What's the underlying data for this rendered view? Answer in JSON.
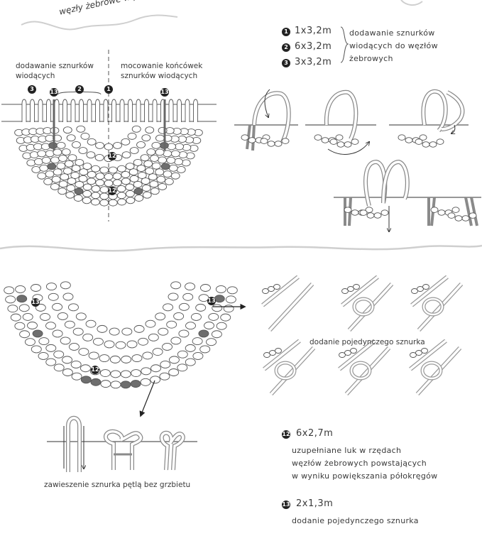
{
  "title": "węzły żebrowe w półkolu",
  "top_left": {
    "label_left": [
      "dodawanie sznurków",
      "wiodących"
    ],
    "label_right": [
      "mocowanie końcówek",
      "sznurków wiodących"
    ],
    "markers": [
      "3",
      "13",
      "2",
      "1",
      "13"
    ],
    "center_markers": [
      "12",
      "12"
    ]
  },
  "top_right": {
    "items": [
      {
        "num": "1",
        "spec": "1x3,2m"
      },
      {
        "num": "2",
        "spec": "6x3,2m"
      },
      {
        "num": "3",
        "spec": "3x3,2m"
      }
    ],
    "brace_label": [
      "dodawanie sznurków",
      "wiodących do węzłów",
      "żebrowych"
    ]
  },
  "bottom_left": {
    "markers": [
      "13",
      "13",
      "12"
    ],
    "caption": "zawieszenie sznurka pętlą bez grzbietu"
  },
  "bottom_right": {
    "caption": "dodanie pojedynczego sznurka",
    "notes": [
      {
        "num": "12",
        "spec": "6x2,7m",
        "lines": [
          "uzupełniane luk w rzędach",
          "węzłów żebrowych powstających",
          "w wyniku powiększania półokręgów"
        ]
      },
      {
        "num": "13",
        "spec": "2x1,3m",
        "lines": [
          "dodanie pojedynczego sznurka"
        ]
      }
    ]
  },
  "colors": {
    "line": "#555555",
    "bead_fill": "#ffffff",
    "dark_bead": "#6e6e6e",
    "cord": "#9a9a9a",
    "divider": "#cfcfcf"
  }
}
